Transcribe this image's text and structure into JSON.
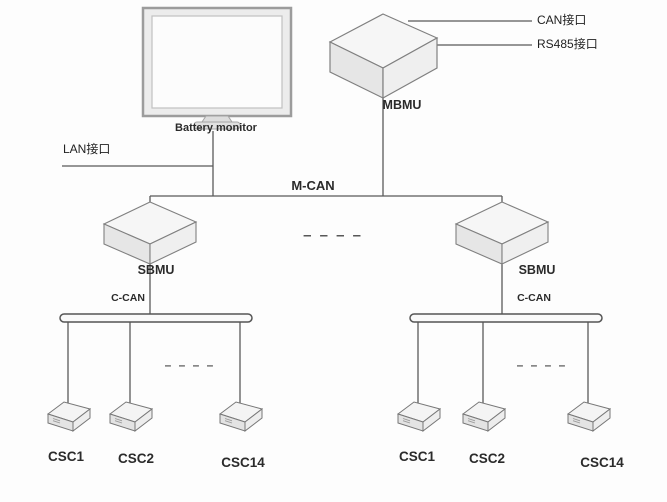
{
  "diagram": {
    "monitor": {
      "label": "Battery monitor"
    },
    "mbmu": {
      "label": "MBMU"
    },
    "ports": {
      "can": "CAN接口",
      "rs485": "RS485接口",
      "lan": "LAN接口"
    },
    "buses": {
      "main": "M-CAN",
      "left": "C-CAN",
      "right": "C-CAN"
    },
    "sbmu": {
      "left": "SBMU",
      "right": "SBMU"
    },
    "ellipsis": {
      "mid": "– – – –",
      "left": "– – – –",
      "right": "– – – –"
    },
    "csc_left": [
      "CSC1",
      "CSC2",
      "CSC14"
    ],
    "csc_right": [
      "CSC1",
      "CSC2",
      "CSC14"
    ]
  }
}
